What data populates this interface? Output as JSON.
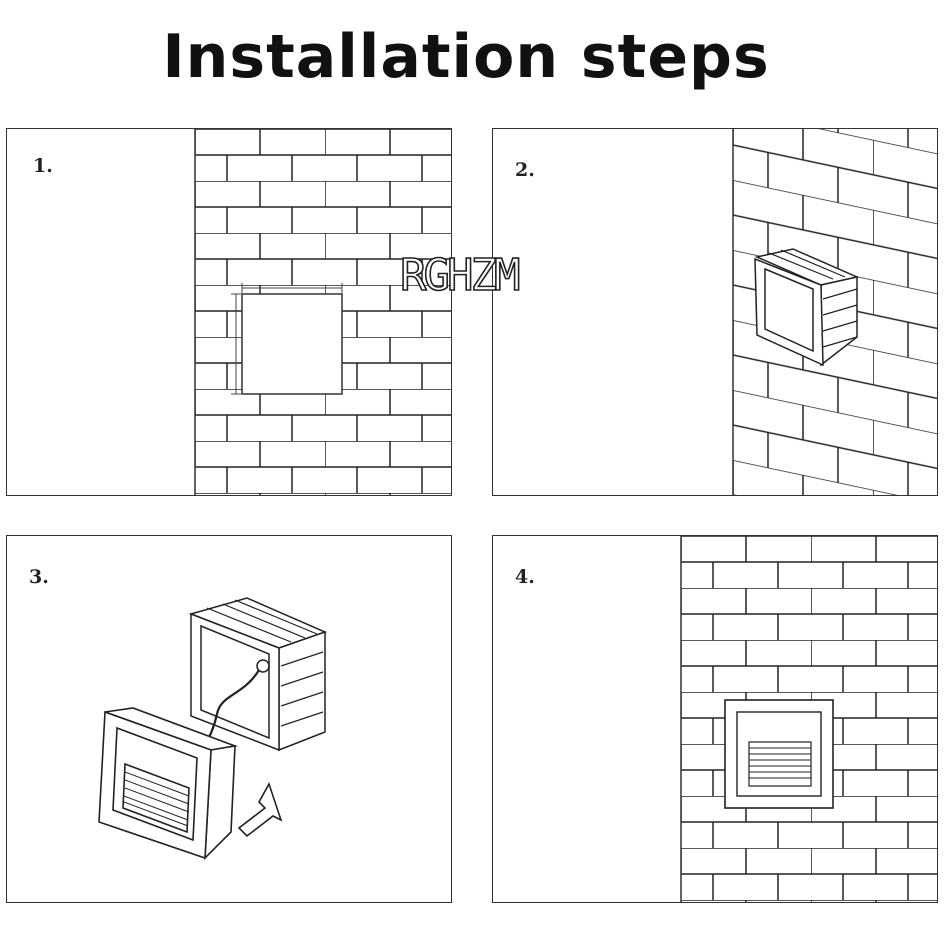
{
  "title": "Installation steps",
  "steps": [
    {
      "label": "1."
    },
    {
      "label": "2."
    },
    {
      "label": "3."
    },
    {
      "label": "4."
    }
  ],
  "watermark": "RGHZM"
}
